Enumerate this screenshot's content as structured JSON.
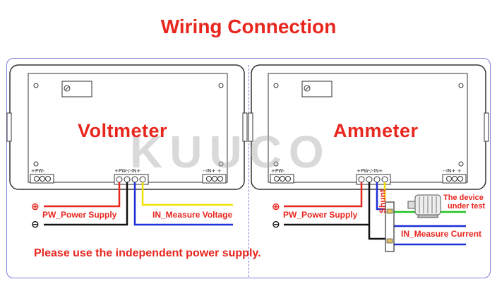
{
  "title": "Wiring Connection",
  "watermark": "KUUCO",
  "voltmeter": {
    "name": "Voltmeter",
    "pw_left": "+PW-",
    "terminal_label": "+PW-/-IN+",
    "in_right": "--IN+ +",
    "plus": "⊕",
    "minus": "⊖",
    "power_label": "PW_Power Supply",
    "measure_label": "IN_Measure Voltage"
  },
  "ammeter": {
    "name": "Ammeter",
    "pw_left": "+PW-",
    "terminal_label": "+PW-/-IN+",
    "in_right": "--IN+ +",
    "plus": "⊕",
    "minus": "⊖",
    "power_label": "PW_Power Supply",
    "measure_label": "IN_Measure Current",
    "shunt_label": "Shunt",
    "device_label_1": "The device",
    "device_label_2": "under test"
  },
  "note": "Please use the independent power supply.",
  "colors": {
    "accent": "#e8261e",
    "frame": "#7a7fd4",
    "wire_red": "#e8261e",
    "wire_black": "#111111",
    "wire_blue": "#1d2fd6",
    "wire_yellow": "#f2e000",
    "wire_green": "#22c322"
  }
}
